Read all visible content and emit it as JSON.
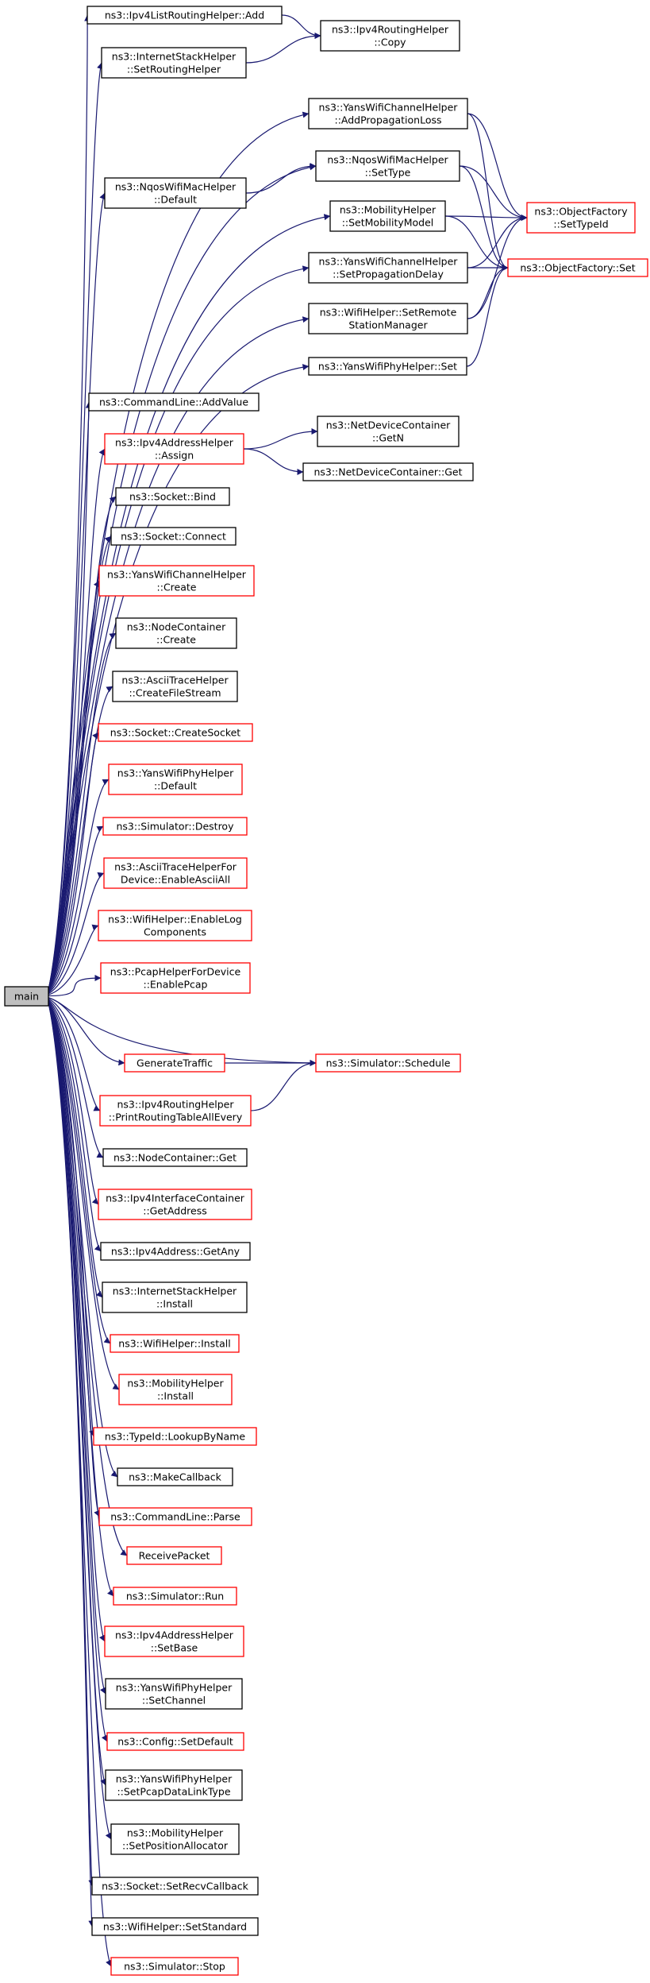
{
  "graph": {
    "root": "main",
    "colors": {
      "edge": "#191970",
      "documented_border": "#000000",
      "undocumented_border": "#ff0000",
      "root_fill": "#bfbfbf"
    },
    "nodes": [
      {
        "id": "main",
        "lines": [
          "main"
        ],
        "style": "root"
      },
      {
        "id": "ipv4_list_add",
        "lines": [
          "ns3::Ipv4ListRoutingHelper::Add"
        ],
        "style": "black"
      },
      {
        "id": "ipv4_copy",
        "lines": [
          "ns3::Ipv4RoutingHelper",
          "::Copy"
        ],
        "style": "black"
      },
      {
        "id": "inet_setrouting",
        "lines": [
          "ns3::InternetStackHelper",
          "::SetRoutingHelper"
        ],
        "style": "black"
      },
      {
        "id": "yans_ch_addprop",
        "lines": [
          "ns3::YansWifiChannelHelper",
          "::AddPropagationLoss"
        ],
        "style": "black"
      },
      {
        "id": "nqos_settype",
        "lines": [
          "ns3::NqosWifiMacHelper",
          "::SetType"
        ],
        "style": "black"
      },
      {
        "id": "nqos_default",
        "lines": [
          "ns3::NqosWifiMacHelper",
          "::Default"
        ],
        "style": "black"
      },
      {
        "id": "mob_setmodel",
        "lines": [
          "ns3::MobilityHelper",
          "::SetMobilityModel"
        ],
        "style": "black"
      },
      {
        "id": "of_settypeid",
        "lines": [
          "ns3::ObjectFactory",
          "::SetTypeId"
        ],
        "style": "red"
      },
      {
        "id": "yans_ch_setdelay",
        "lines": [
          "ns3::YansWifiChannelHelper",
          "::SetPropagationDelay"
        ],
        "style": "black"
      },
      {
        "id": "of_set",
        "lines": [
          "ns3::ObjectFactory::Set"
        ],
        "style": "red"
      },
      {
        "id": "wifi_setremote",
        "lines": [
          "ns3::WifiHelper::SetRemote",
          "StationManager"
        ],
        "style": "black"
      },
      {
        "id": "yans_phy_set",
        "lines": [
          "ns3::YansWifiPhyHelper::Set"
        ],
        "style": "black"
      },
      {
        "id": "cmd_addvalue",
        "lines": [
          "ns3::CommandLine::AddValue"
        ],
        "style": "black"
      },
      {
        "id": "ipv4addr_assign",
        "lines": [
          "ns3::Ipv4AddressHelper",
          "::Assign"
        ],
        "style": "red"
      },
      {
        "id": "ndc_getn",
        "lines": [
          "ns3::NetDeviceContainer",
          "::GetN"
        ],
        "style": "black"
      },
      {
        "id": "ndc_get",
        "lines": [
          "ns3::NetDeviceContainer::Get"
        ],
        "style": "black"
      },
      {
        "id": "socket_bind",
        "lines": [
          "ns3::Socket::Bind"
        ],
        "style": "black"
      },
      {
        "id": "socket_connect",
        "lines": [
          "ns3::Socket::Connect"
        ],
        "style": "black"
      },
      {
        "id": "yans_ch_create",
        "lines": [
          "ns3::YansWifiChannelHelper",
          "::Create"
        ],
        "style": "red"
      },
      {
        "id": "nc_create",
        "lines": [
          "ns3::NodeContainer",
          "::Create"
        ],
        "style": "black"
      },
      {
        "id": "ascii_createfs",
        "lines": [
          "ns3::AsciiTraceHelper",
          "::CreateFileStream"
        ],
        "style": "black"
      },
      {
        "id": "socket_createsocket",
        "lines": [
          "ns3::Socket::CreateSocket"
        ],
        "style": "red"
      },
      {
        "id": "yans_phy_default",
        "lines": [
          "ns3::YansWifiPhyHelper",
          "::Default"
        ],
        "style": "red"
      },
      {
        "id": "sim_destroy",
        "lines": [
          "ns3::Simulator::Destroy"
        ],
        "style": "red"
      },
      {
        "id": "ascii_enableall",
        "lines": [
          "ns3::AsciiTraceHelperFor",
          "Device::EnableAsciiAll"
        ],
        "style": "red"
      },
      {
        "id": "wifi_enablelog",
        "lines": [
          "ns3::WifiHelper::EnableLog",
          "Components"
        ],
        "style": "red"
      },
      {
        "id": "pcap_enable",
        "lines": [
          "ns3::PcapHelperForDevice",
          "::EnablePcap"
        ],
        "style": "red"
      },
      {
        "id": "gentraffic",
        "lines": [
          "GenerateTraffic"
        ],
        "style": "red"
      },
      {
        "id": "sim_schedule",
        "lines": [
          "ns3::Simulator::Schedule"
        ],
        "style": "red"
      },
      {
        "id": "ipv4rh_print",
        "lines": [
          "ns3::Ipv4RoutingHelper",
          "::PrintRoutingTableAllEvery"
        ],
        "style": "red"
      },
      {
        "id": "nc_get",
        "lines": [
          "ns3::NodeContainer::Get"
        ],
        "style": "black"
      },
      {
        "id": "ipv4ic_getaddr",
        "lines": [
          "ns3::Ipv4InterfaceContainer",
          "::GetAddress"
        ],
        "style": "red"
      },
      {
        "id": "ipv4a_getany",
        "lines": [
          "ns3::Ipv4Address::GetAny"
        ],
        "style": "black"
      },
      {
        "id": "inet_install",
        "lines": [
          "ns3::InternetStackHelper",
          "::Install"
        ],
        "style": "black"
      },
      {
        "id": "wifi_install",
        "lines": [
          "ns3::WifiHelper::Install"
        ],
        "style": "red"
      },
      {
        "id": "mob_install",
        "lines": [
          "ns3::MobilityHelper",
          "::Install"
        ],
        "style": "red"
      },
      {
        "id": "typeid_lookup",
        "lines": [
          "ns3::TypeId::LookupByName"
        ],
        "style": "red"
      },
      {
        "id": "makecallback",
        "lines": [
          "ns3::MakeCallback"
        ],
        "style": "black"
      },
      {
        "id": "cmd_parse",
        "lines": [
          "ns3::CommandLine::Parse"
        ],
        "style": "red"
      },
      {
        "id": "receivepacket",
        "lines": [
          "ReceivePacket"
        ],
        "style": "red"
      },
      {
        "id": "sim_run",
        "lines": [
          "ns3::Simulator::Run"
        ],
        "style": "red"
      },
      {
        "id": "ipv4addr_setbase",
        "lines": [
          "ns3::Ipv4AddressHelper",
          "::SetBase"
        ],
        "style": "red"
      },
      {
        "id": "yans_phy_setchannel",
        "lines": [
          "ns3::YansWifiPhyHelper",
          "::SetChannel"
        ],
        "style": "black"
      },
      {
        "id": "config_setdefault",
        "lines": [
          "ns3::Config::SetDefault"
        ],
        "style": "red"
      },
      {
        "id": "yans_phy_setpcap",
        "lines": [
          "ns3::YansWifiPhyHelper",
          "::SetPcapDataLinkType"
        ],
        "style": "black"
      },
      {
        "id": "mob_setposalloc",
        "lines": [
          "ns3::MobilityHelper",
          "::SetPositionAllocator"
        ],
        "style": "black"
      },
      {
        "id": "socket_setrecv",
        "lines": [
          "ns3::Socket::SetRecvCallback"
        ],
        "style": "black"
      },
      {
        "id": "wifi_setstandard",
        "lines": [
          "ns3::WifiHelper::SetStandard"
        ],
        "style": "black"
      },
      {
        "id": "sim_stop",
        "lines": [
          "ns3::Simulator::Stop"
        ],
        "style": "red"
      }
    ],
    "edges": [
      [
        "main",
        "ipv4_list_add"
      ],
      [
        "main",
        "inet_setrouting"
      ],
      [
        "main",
        "yans_ch_addprop"
      ],
      [
        "main",
        "nqos_settype"
      ],
      [
        "main",
        "nqos_default"
      ],
      [
        "main",
        "mob_setmodel"
      ],
      [
        "main",
        "yans_ch_setdelay"
      ],
      [
        "main",
        "wifi_setremote"
      ],
      [
        "main",
        "yans_phy_set"
      ],
      [
        "main",
        "cmd_addvalue"
      ],
      [
        "main",
        "ipv4addr_assign"
      ],
      [
        "main",
        "socket_bind"
      ],
      [
        "main",
        "socket_connect"
      ],
      [
        "main",
        "yans_ch_create"
      ],
      [
        "main",
        "nc_create"
      ],
      [
        "main",
        "ascii_createfs"
      ],
      [
        "main",
        "socket_createsocket"
      ],
      [
        "main",
        "yans_phy_default"
      ],
      [
        "main",
        "sim_destroy"
      ],
      [
        "main",
        "ascii_enableall"
      ],
      [
        "main",
        "wifi_enablelog"
      ],
      [
        "main",
        "pcap_enable"
      ],
      [
        "main",
        "sim_schedule"
      ],
      [
        "main",
        "gentraffic"
      ],
      [
        "main",
        "ipv4rh_print"
      ],
      [
        "main",
        "nc_get"
      ],
      [
        "main",
        "ipv4ic_getaddr"
      ],
      [
        "main",
        "ipv4a_getany"
      ],
      [
        "main",
        "inet_install"
      ],
      [
        "main",
        "wifi_install"
      ],
      [
        "main",
        "mob_install"
      ],
      [
        "main",
        "typeid_lookup"
      ],
      [
        "main",
        "makecallback"
      ],
      [
        "main",
        "cmd_parse"
      ],
      [
        "main",
        "receivepacket"
      ],
      [
        "main",
        "sim_run"
      ],
      [
        "main",
        "ipv4addr_setbase"
      ],
      [
        "main",
        "yans_phy_setchannel"
      ],
      [
        "main",
        "config_setdefault"
      ],
      [
        "main",
        "yans_phy_setpcap"
      ],
      [
        "main",
        "mob_setposalloc"
      ],
      [
        "main",
        "socket_setrecv"
      ],
      [
        "main",
        "wifi_setstandard"
      ],
      [
        "main",
        "sim_stop"
      ],
      [
        "ipv4_list_add",
        "ipv4_copy"
      ],
      [
        "inet_setrouting",
        "ipv4_copy"
      ],
      [
        "yans_ch_addprop",
        "of_settypeid"
      ],
      [
        "yans_ch_addprop",
        "of_set"
      ],
      [
        "nqos_settype",
        "of_settypeid"
      ],
      [
        "nqos_settype",
        "of_set"
      ],
      [
        "nqos_default",
        "nqos_settype"
      ],
      [
        "mob_setmodel",
        "of_settypeid"
      ],
      [
        "mob_setmodel",
        "of_set"
      ],
      [
        "yans_ch_setdelay",
        "of_settypeid"
      ],
      [
        "yans_ch_setdelay",
        "of_set"
      ],
      [
        "wifi_setremote",
        "of_settypeid"
      ],
      [
        "wifi_setremote",
        "of_set"
      ],
      [
        "yans_phy_set",
        "of_set"
      ],
      [
        "ipv4addr_assign",
        "ndc_getn"
      ],
      [
        "ipv4addr_assign",
        "ndc_get"
      ],
      [
        "gentraffic",
        "sim_schedule"
      ],
      [
        "ipv4rh_print",
        "sim_schedule"
      ]
    ]
  }
}
